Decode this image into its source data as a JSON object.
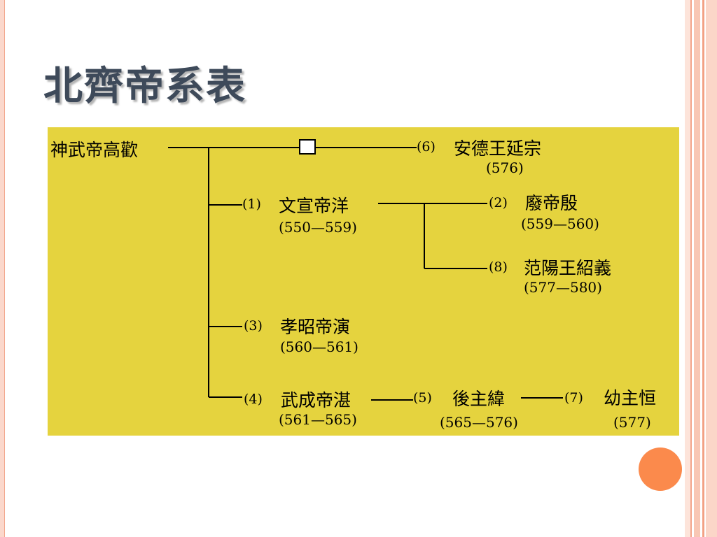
{
  "slide": {
    "title": "北齊帝系表",
    "accent_colors": {
      "panel": "#e5d33e",
      "circle": "#fb8a4c",
      "stripe": "#f6b8a2"
    }
  },
  "tree": {
    "root": {
      "name": "神武帝高歡"
    },
    "placeholder": {
      "symbol": "□"
    },
    "nodes": [
      {
        "num": "(6)",
        "name": "安德王延宗",
        "years": "(576)"
      },
      {
        "num": "(1)",
        "name": "文宣帝洋",
        "years": "(550—559)"
      },
      {
        "num": "(2)",
        "name": "廢帝殷",
        "years": "(559—560)"
      },
      {
        "num": "(8)",
        "name": "范陽王紹義",
        "years": "(577—580)"
      },
      {
        "num": "(3)",
        "name": "孝昭帝演",
        "years": "(560—561)"
      },
      {
        "num": "(4)",
        "name": "武成帝湛",
        "years": "(561—565)"
      },
      {
        "num": "(5)",
        "name": "後主緯",
        "years": "(565—576)"
      },
      {
        "num": "(7)",
        "name": "幼主恒",
        "years": "(577)"
      }
    ]
  }
}
